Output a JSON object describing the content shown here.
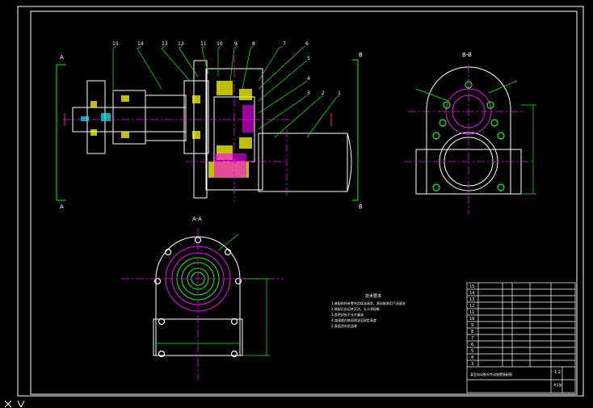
{
  "drawing": {
    "section_labels": {
      "bb": "B-B",
      "aa": "A-A",
      "a_top": "A",
      "a_bottom": "A",
      "b_top": "B",
      "b_bottom": "B"
    },
    "part_numbers": [
      "15",
      "14",
      "13",
      "12",
      "11",
      "10",
      "9",
      "8",
      "7",
      "6",
      "5",
      "4",
      "3",
      "2",
      "1"
    ],
    "tech_req_title": "技术要求",
    "tech_req_lines": [
      "1.装配前所有零件用煤油清洗，滚动轴承用汽油清洗",
      "2.装配后应运转灵活，无卡滞现象",
      "3.各密封处不允许漏油",
      "4.减速器内装润滑油至规定高度",
      "5.表面涂灰色油漆"
    ],
    "title_block_caption": "某型电动推杆传动装置装配图",
    "title_block_scale": "1:2",
    "title_block_sheet": "共1张"
  },
  "colors": {
    "bg": "#000000",
    "frame": "#ffffff",
    "part": "#ffffff",
    "center": "#ff00ff",
    "dim": "#00ff00",
    "hatch": "#ffff00",
    "leader": "#00ffff",
    "red": "#ff3030"
  }
}
